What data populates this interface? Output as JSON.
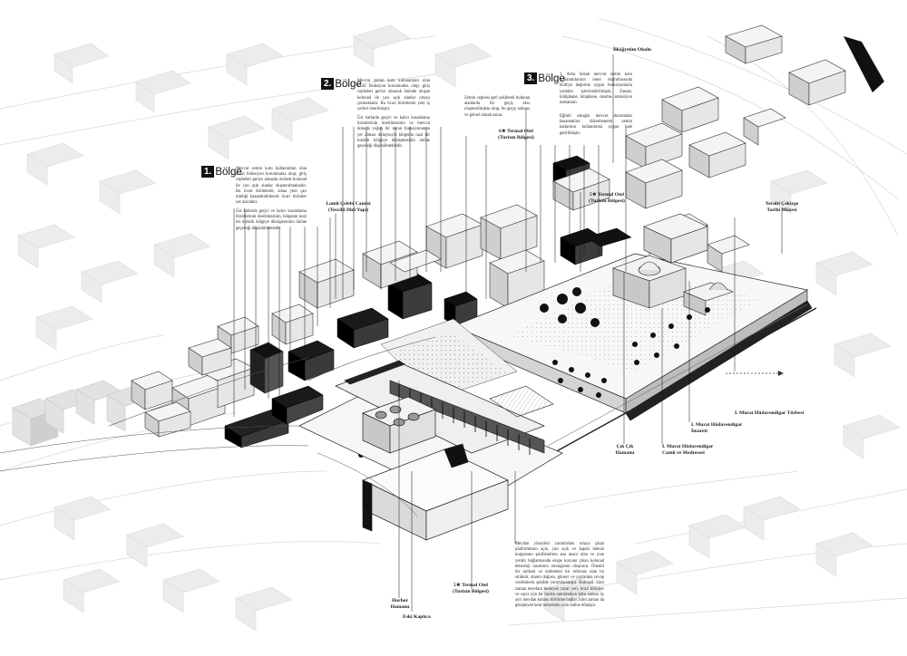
{
  "zones": [
    {
      "number": "1.",
      "word": "Bölge",
      "text": "Mevcut zemin kotu kullanımları olan ticari fonksiyon korunmakta olup; giriş cepheleri geriye alınarak önünde kolonad ile yarı açık alanlar oluşturulmaktadır. Bu ticari birimlerde, alana yeni çatı niteliği kazandırabilecek ticari birimler yer alacaktır.",
      "text2": "Üst katlarda geçici ve kalıcı konaklama birimlerinin önerilmesinin, bölgenin nuzi bir turistik bölgeye dönüşmesinin önüne geçeceği düşünülmektedir."
    },
    {
      "number": "2.",
      "word": "Bölge",
      "text": "Mevcut zemin kotu kullanımları olan ticari fonksiyon korunmakta olup; giriş cepheleri geriye alınarak önünde oluşan kolonad ile yarı açık alanlar ortaya çıkmaktadır. Bu ticari birimlerde yeni iş yerleri önerilmiştir.",
      "text2": "Üst katlarda geçici ve kalıcı konaklama birimlerinin önerilmesinin ve mevcut dokuda yoğun bir konut fonksiyonunun yer alması dolayısıyla bölgenin nuzi bir turistik bölgeye dönüşmesinin önüne geçeceği düşünülmektedir."
    },
    {
      "number": "3.",
      "word": "Bölge",
      "text": "1. Arka Sokak mevcut zemin kotu kullanımlarının öneri doğrultusunda Külliye değerine uygun fonksiyonlarla yeniden işlevlendirilmiştir. Zanaat, kütüphane, kitaphane, okuma- atraksiyon mekanları",
      "text2": "Eğimli sokağın mevcut durumdaki basamakları düzenlenerek zemin katlarının kullanımına uygun hale getirilmiştir."
    }
  ],
  "notes": {
    "front_setback": "Zemin cephesi geri çekilerek bulunan alanlarda bir geçiş aksı oluşturulmakta olup, bu geçiş noktası ve görsel olarak sunar.",
    "plaza": "Meydan yüzeyleri yaratılırken ortaya çıkan platformların açık, yarı açık ve kapalı mekan kurgusunu şekillendiren ana unsur olan ve yine yeraltı bağlantısında ekspe koryanı çıkan kolonad teknoloji tasarımın omurgasını oluşturur. Önemli bir tarihsel ve muhtemel bir referans olan bu strüktür, alanın doğusu, güneyi ve yaylanma cevap verebilecek şekilde yorumlanmıştır. Kolonad, kimi zaman meydanı besleyen yazar yeri, ticari birimler ve sayıs için bir bacim tanımlarken kimi zaman üç ayrı meydan kotunu birbirine bağlar, kimi zaman da genişleyen kent müzesinin yolu haline dönüşür."
  },
  "labels": {
    "ilkogretim": "İlköğretim Okulu",
    "camii": "Lamii Çelebi Camisi",
    "camii_sub": "(Tescilli Dini Yapı)",
    "termal1": "6★ Termal Otel",
    "termal1_sub": "(Turizm Bölgesi)",
    "termal2": "5★ Termal Otel",
    "termal2_sub": "(Turizm Bölgesi)",
    "termal3": "5★ Termal Otel",
    "termal3_sub": "(Turizm Bölgesi)",
    "muze": "Yeralti Çekirge",
    "muze_sub": "Tarihi Müzesi",
    "turbe": "I. Murat Hüdavendigar Türbesi",
    "imaret": "I. Murat Hüdavendigar",
    "imaret_sub": "İmareti",
    "camii2": "I. Murat Hüdavendigar",
    "camii2_sub": "Camii ve Medresesi",
    "cikcik": "Çık Çık",
    "cikcik_sub": "Hamamı",
    "horhor": "Horhor",
    "horhor_sub": "Hamamı",
    "kaplica": "Eski Kaplıca"
  },
  "colors": {
    "ink": "#111111",
    "roof": "#f4f4f4",
    "wall": "#c9c9c9",
    "shade": "#9b9b9b",
    "ghost": "#ececec"
  }
}
